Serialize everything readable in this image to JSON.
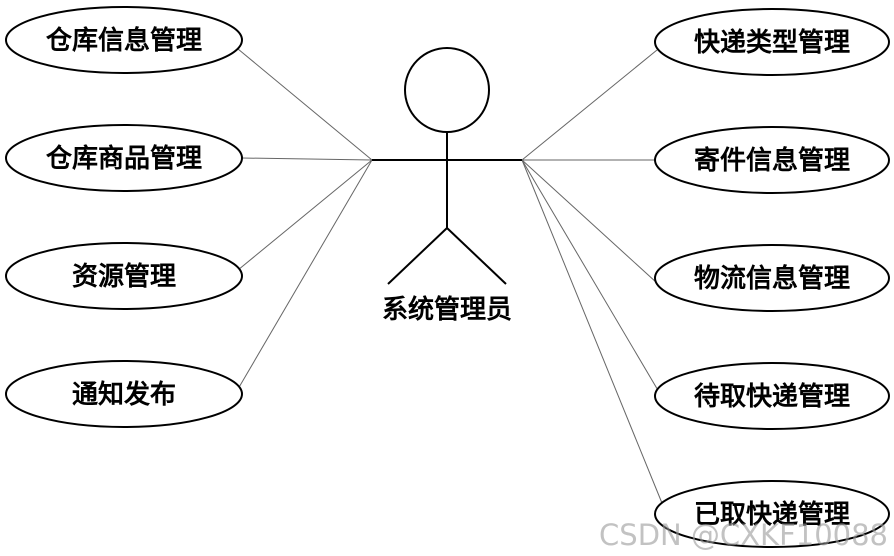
{
  "actor": {
    "label": "系统管理员"
  },
  "left_use_cases": [
    {
      "label": "仓库信息管理"
    },
    {
      "label": "仓库商品管理"
    },
    {
      "label": "资源管理"
    },
    {
      "label": "通知发布"
    }
  ],
  "right_use_cases": [
    {
      "label": "快递类型管理"
    },
    {
      "label": "寄件信息管理"
    },
    {
      "label": "物流信息管理"
    },
    {
      "label": "待取快递管理"
    },
    {
      "label": "已取快递管理"
    }
  ],
  "watermark": {
    "text": "CSDN @CXKF10088"
  },
  "colors": {
    "stroke": "#000000",
    "association_line": "#666666",
    "background": "#ffffff",
    "watermark": "#9a9a9a"
  }
}
